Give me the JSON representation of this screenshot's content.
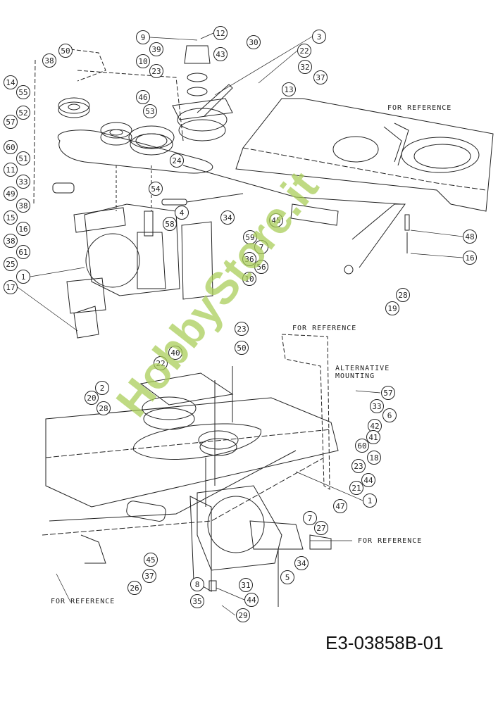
{
  "diagram": {
    "drawing_code": "E3-03858B-01",
    "watermark": "HobbyStore.it",
    "notes": {
      "for_reference_top": "FOR REFERENCE",
      "for_reference_mid": "FOR REFERENCE",
      "for_reference_right": "FOR REFERENCE",
      "for_reference_bottom": "FOR REFERENCE",
      "alternative_mounting": "ALTERNATIVE\nMOUNTING"
    },
    "top_callouts": [
      "9",
      "12",
      "3",
      "30",
      "39",
      "22",
      "43",
      "50",
      "38",
      "10",
      "32",
      "23",
      "37",
      "14",
      "13",
      "55",
      "46",
      "52",
      "53",
      "57",
      "60",
      "51",
      "24",
      "11",
      "33",
      "54",
      "49",
      "4",
      "38",
      "34",
      "45",
      "15",
      "58",
      "16",
      "48",
      "59",
      "38",
      "7",
      "61",
      "36",
      "16",
      "25",
      "56",
      "1",
      "10",
      "17",
      "28",
      "19"
    ],
    "bottom_callouts": [
      "23",
      "50",
      "40",
      "22",
      "2",
      "20",
      "28",
      "57",
      "33",
      "6",
      "42",
      "41",
      "60",
      "18",
      "23",
      "44",
      "21",
      "1",
      "47",
      "7",
      "27",
      "34",
      "5",
      "45",
      "37",
      "26",
      "8",
      "31",
      "35",
      "44",
      "29"
    ],
    "colors": {
      "line": "#222222",
      "watermark": "#aacd5a"
    }
  }
}
